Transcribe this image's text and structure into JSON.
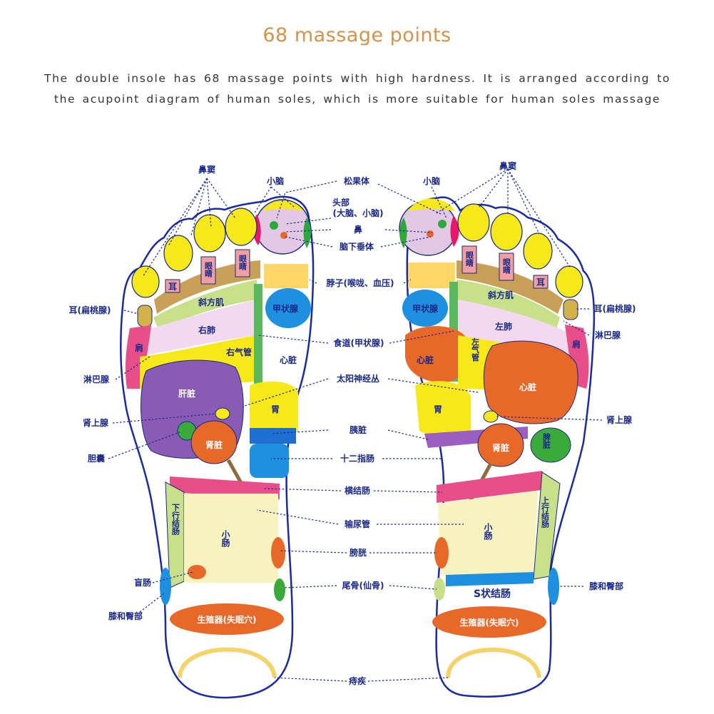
{
  "header": {
    "title": "68 massage points",
    "description": "The double insole has 68 massage points with high hardness. It is arranged according to the acupoint diagram of human soles, which is more suitable for human soles massage"
  },
  "colors": {
    "title": "#d4924a",
    "label": "#1b2a8a",
    "outline": "#1a2aa0",
    "yellow": "#f7e81c",
    "purple": "#8a5bb5",
    "orange": "#e8682a",
    "blue": "#1f8fe0",
    "green": "#3aaa3a",
    "pink": "#e74e8a",
    "lightgreen": "#c8e08a",
    "cream": "#f7f3c0"
  },
  "center_labels": [
    "松果体",
    "头部",
    "(大脑、小脑)",
    "鼻",
    "脑下垂体",
    "脖子(喉咙、血压)",
    "食道(甲状腺)",
    "太阳神经丛",
    "胰脏",
    "十二指肠",
    "横结肠",
    "输尿管",
    "膀胱",
    "尾骨(仙骨)",
    "痔疾"
  ],
  "left_labels": [
    "鼻窦",
    "小脑",
    "耳(扁桃腺)",
    "淋巴腺",
    "肾上腺",
    "胆囊",
    "盲肠",
    "膝和臀部"
  ],
  "right_labels": [
    "小脑",
    "鼻窦",
    "耳(扁桃腺)",
    "淋巴腺",
    "肾上腺",
    "膝和臀部"
  ],
  "left_foot": {
    "eye1": "眼睛",
    "eye2": "眼睛",
    "ear": "耳",
    "trapezius": "斜方肌",
    "lung": "右肺",
    "bronchus": "右气管",
    "thyroid": "甲状腺",
    "heart": "心脏",
    "liver": "肝脏",
    "stomach": "胃",
    "kidney": "肾脏",
    "colon": "下行结肠",
    "small_intestine": "小肠",
    "genital": "生殖器(失眠穴)",
    "shoulder": "肩"
  },
  "right_foot": {
    "eye1": "眼睛",
    "eye2": "眼睛",
    "ear": "耳",
    "trapezius": "斜方肌",
    "lung": "左肺",
    "bronchus": "左气管",
    "thyroid": "甲状腺",
    "heart_small": "心脏",
    "heart": "心脏",
    "stomach": "胃",
    "kidney": "肾脏",
    "spleen": "脾脏",
    "colon": "上行结肠",
    "small_intestine": "小肠",
    "sigmoid": "S状结肠",
    "genital": "生殖器(失眠穴)",
    "shoulder": "肩"
  }
}
